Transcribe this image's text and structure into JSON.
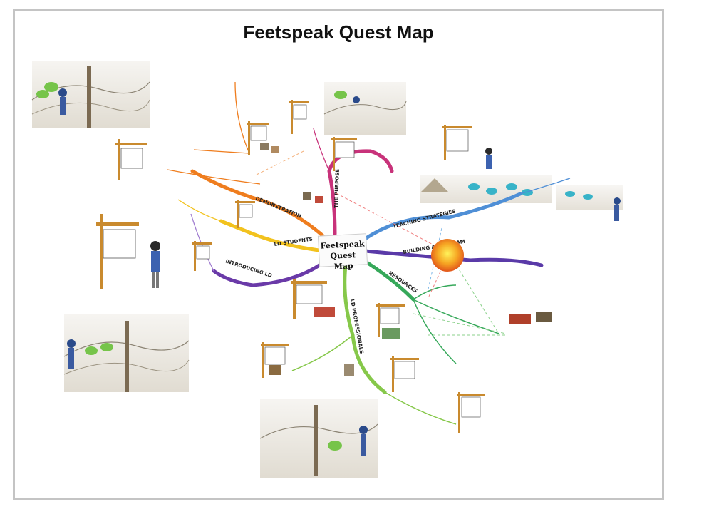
{
  "title": "Feetspeak Quest Map",
  "center": {
    "line1": "Feetspeak",
    "line2": "Quest Map"
  },
  "branches": [
    {
      "label": "TEACHING STRATEGIES",
      "color": "#4f8fd6"
    },
    {
      "label": "BUILDING A PROGRAM",
      "color": "#5a3aa8"
    },
    {
      "label": "RESOURCES",
      "color": "#36a85a"
    },
    {
      "label": "LD PROFESSIONALS",
      "color": "#86c84a"
    },
    {
      "label": "INTRODUCING LD",
      "color": "#6a3aa8"
    },
    {
      "label": "LD STUDENTS",
      "color": "#f2c21e"
    },
    {
      "label": "DEMONSTRATION",
      "color": "#ef7d1e"
    },
    {
      "label": "THE PURPOSE",
      "color": "#c8327a"
    }
  ],
  "colors": {
    "frame": "#c4c4c4",
    "sun": "#f08a1e",
    "post": "#c98a2e"
  },
  "icons": [
    "signpost-icon",
    "walking-girl-icon",
    "landscape-sketch-icon",
    "sun-icon"
  ]
}
